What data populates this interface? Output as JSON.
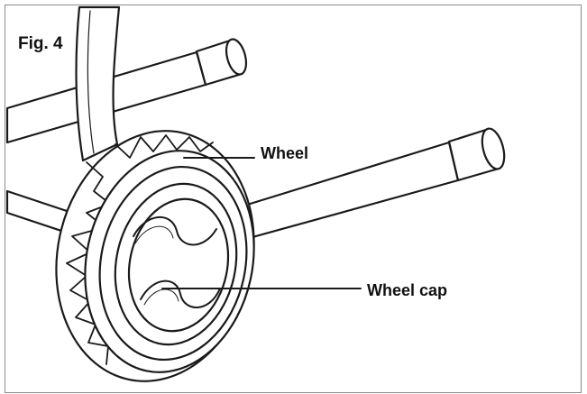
{
  "figure": {
    "fig_label": "Fig. 4",
    "callouts": {
      "wheel": "Wheel",
      "wheel_cap": "Wheel cap"
    }
  },
  "colors": {
    "line": "#1a1a1a",
    "fill": "#ffffff",
    "frame": "#8a8a8a"
  }
}
